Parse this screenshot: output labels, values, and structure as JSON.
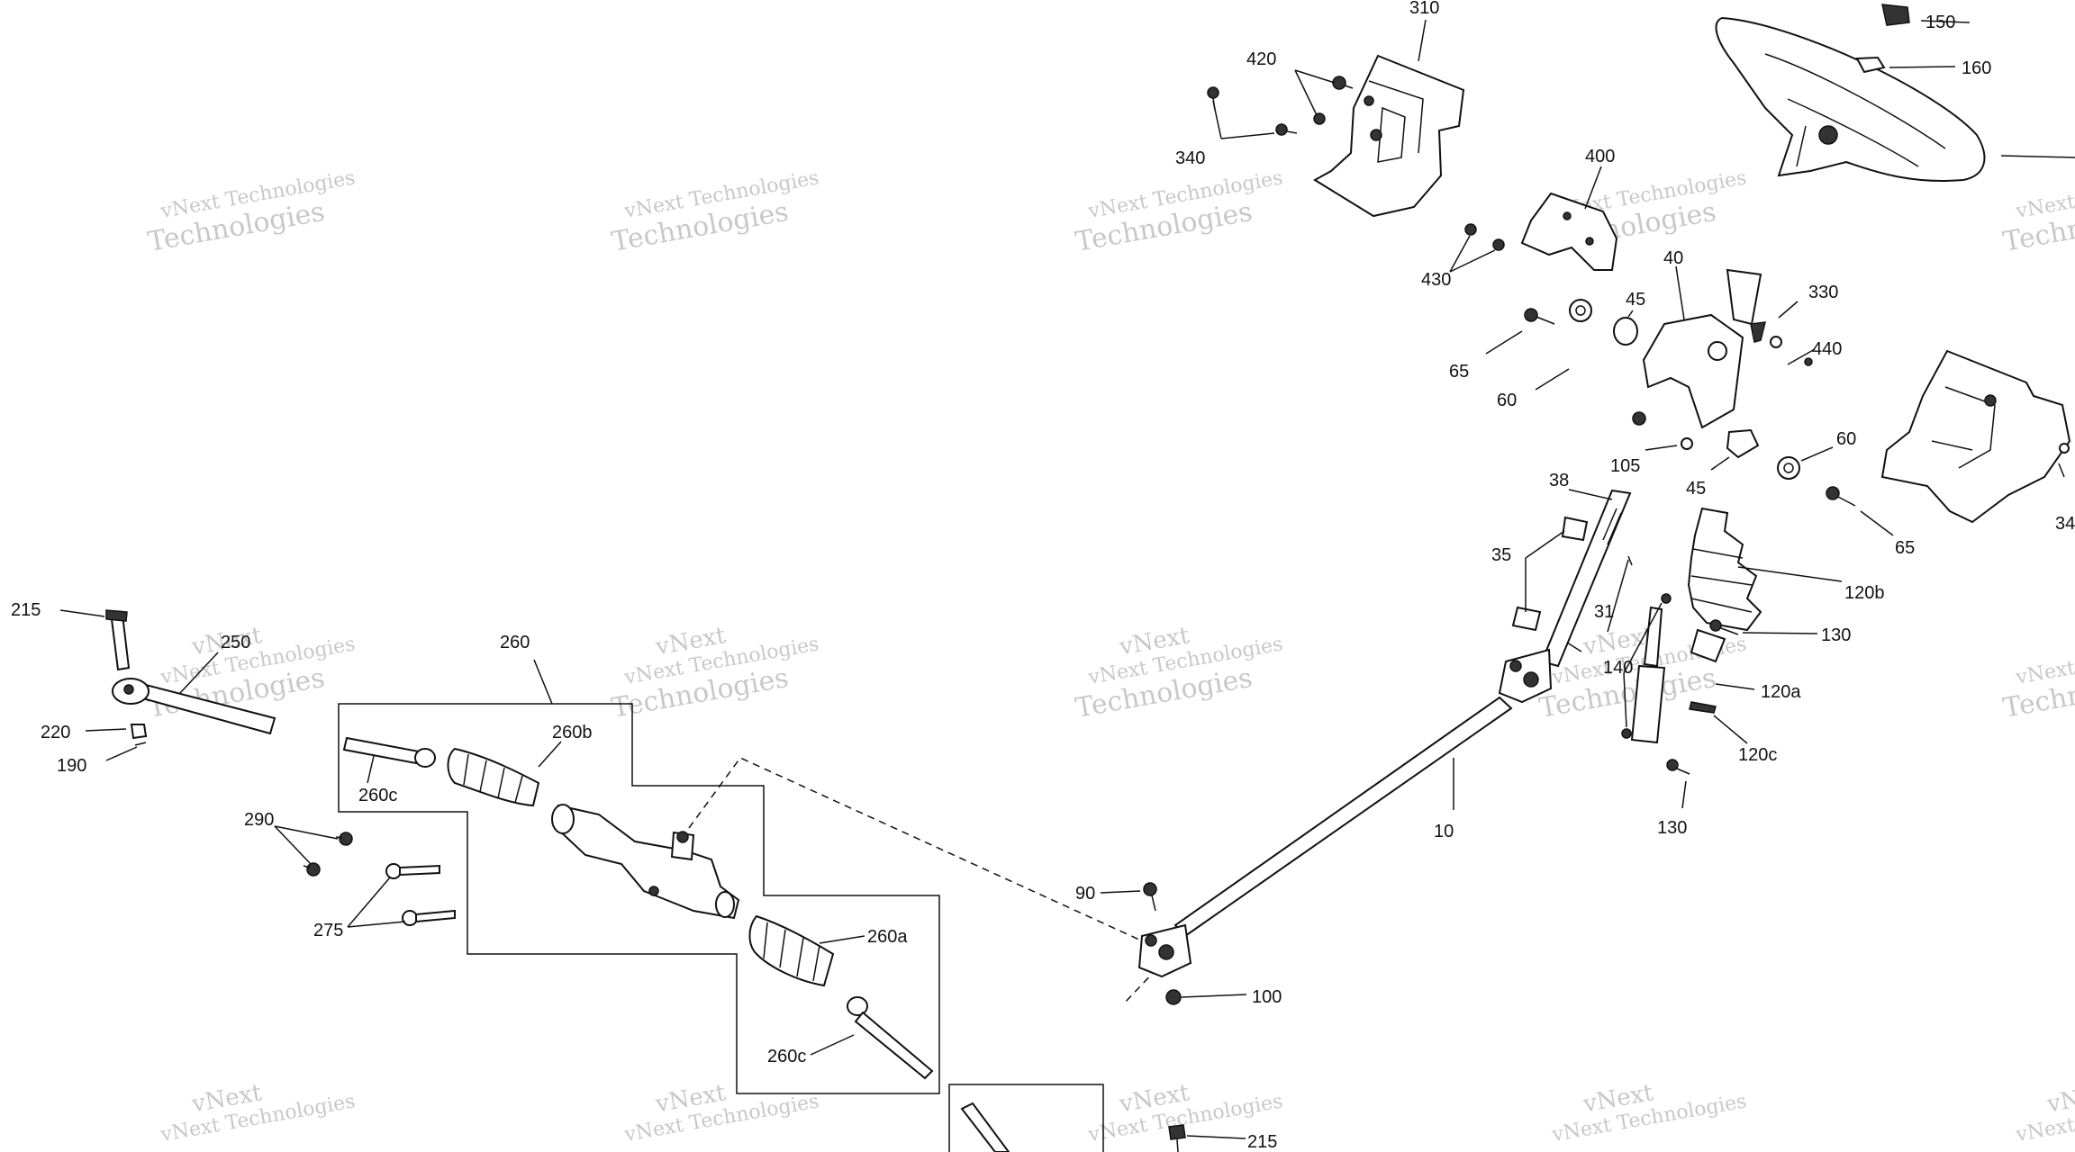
{
  "watermark": {
    "line1": "vNext Technologies",
    "line2": "vNext",
    "line3": "Technologies"
  },
  "labels": {
    "l310": "310",
    "l420": "420",
    "l340a": "340",
    "l150": "150",
    "l160": "160",
    "l400": "400",
    "l430": "430",
    "l40": "40",
    "l330": "330",
    "l45a": "45",
    "l65a": "65",
    "l60a": "60",
    "l440": "440",
    "l105": "105",
    "l45b": "45",
    "l60b": "60",
    "l38": "38",
    "l65b": "65",
    "l34": "34",
    "l35": "35",
    "l120b": "120b",
    "l31": "31",
    "l130a": "130",
    "l140": "140",
    "l120a": "120a",
    "l120c": "120c",
    "l130b": "130",
    "l10": "10",
    "l215a": "215",
    "l250": "250",
    "l220": "220",
    "l190": "190",
    "l260": "260",
    "l260b": "260b",
    "l260c_a": "260c",
    "l290": "290",
    "l275": "275",
    "l260a": "260a",
    "l260c_b": "260c",
    "l90": "90",
    "l100": "100",
    "l215b": "215"
  }
}
